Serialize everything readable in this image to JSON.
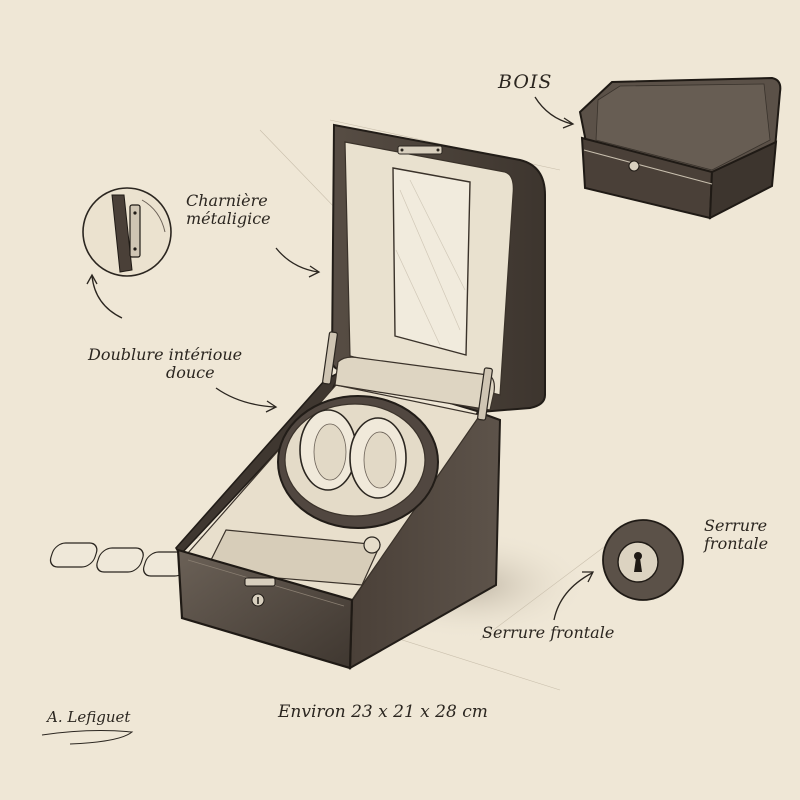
{
  "labels": {
    "bois": "BOIS",
    "hinge_line1": "Charnière",
    "hinge_line2": "métaligice",
    "lining_line1": "Doublure intérioue",
    "lining_line2": "douce",
    "lock_detail_line1": "Serrure",
    "lock_detail_line2": "frontale",
    "lock_caption": "Serrure frontale",
    "dimensions": "Environ 23 x 21 x 28 cm",
    "signature": "A. Lefiguet"
  },
  "colors": {
    "paper": "#efe7d6",
    "ink": "#2b2620",
    "wood_dark": "#4a4038",
    "wood_mid": "#6b6157",
    "lining": "#e8dfcc"
  }
}
